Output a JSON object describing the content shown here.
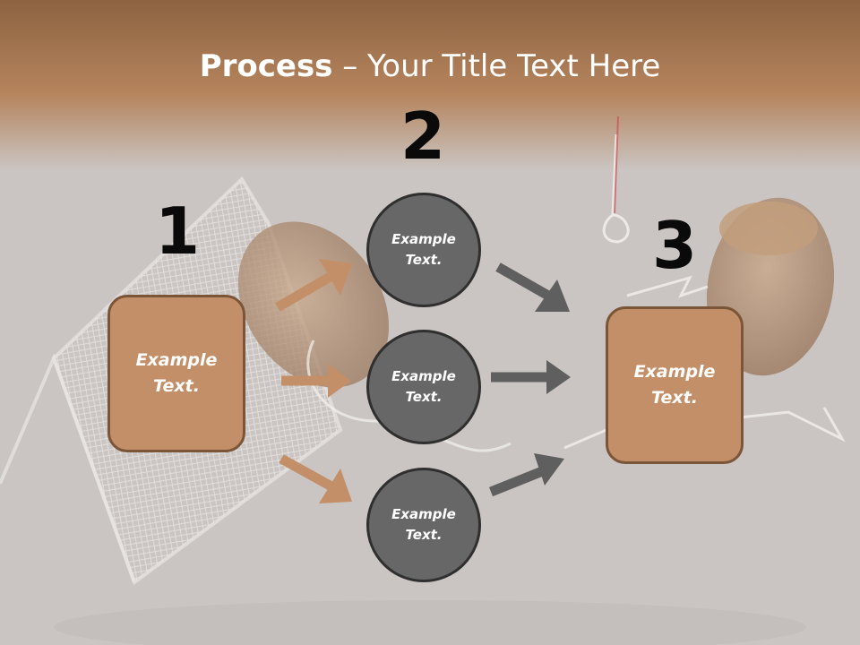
{
  "title": {
    "bold": "Process",
    "rest": " – Your Title Text Here"
  },
  "steps": {
    "one": "1",
    "two": "2",
    "three": "3"
  },
  "left_box": {
    "text": "Example\nText."
  },
  "right_box": {
    "text": "Example\nText."
  },
  "circles": [
    {
      "text": "Example\nText."
    },
    {
      "text": "Example\nText."
    },
    {
      "text": "Example\nText."
    }
  ],
  "colors": {
    "header_brown": "#b5845d",
    "box_fill": "#c38f68",
    "circle_fill": "#676767",
    "arrow_brown": "#c38f68",
    "arrow_gray": "#5f5f5f"
  }
}
